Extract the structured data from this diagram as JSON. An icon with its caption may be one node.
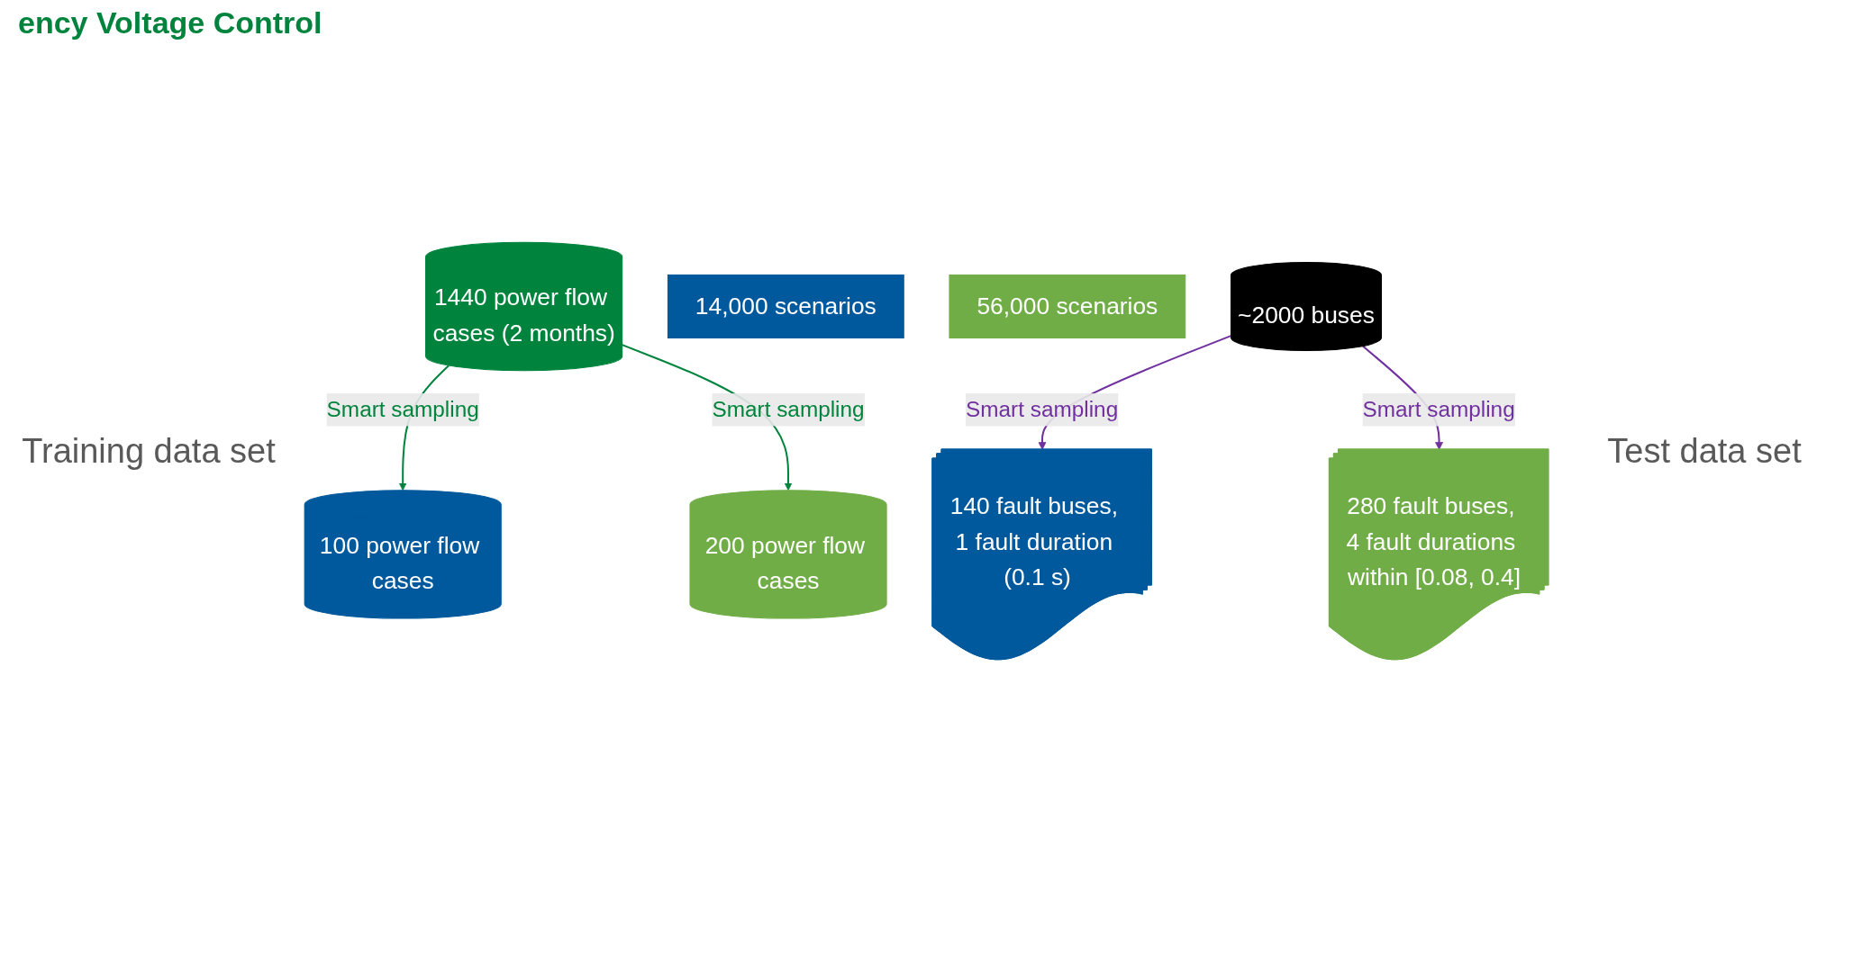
{
  "diagram": {
    "title": "ency Voltage Control",
    "nodes": [
      {
        "text": [
          "1440 power flow cases (2 months)"
        ]
      },
      {
        "text": [
          "100 power flow cases"
        ]
      },
      {
        "text": [
          "140 fault buses, 1 fault duration (0.1 s)"
        ]
      },
      {
        "text": [
          "14,000 scenarios"
        ]
      },
      {
        "text": [
          "200 power flow cases"
        ]
      },
      {
        "text": [
          "280 fault buses, 4 fault durations within [0.08, 0.4]"
        ]
      },
      {
        "text": [
          "56,000 scenarios"
        ]
      },
      {
        "text": [
          "~2000 buses"
        ]
      }
    ],
    "edges": [
      {
        "from": 0,
        "to": 1,
        "arrow": "to",
        "label": "Smart sampling",
        "color": "#00843d"
      },
      {
        "from": 0,
        "to": 4,
        "arrow": "to",
        "label": "Smart sampling",
        "color": "#00843d"
      },
      {
        "from": 7,
        "to": 2,
        "arrow": "to",
        "label": "Smart sampling",
        "color": "#7030a0"
      },
      {
        "from": 7,
        "to": 5,
        "arrow": "to",
        "label": "Smart sampling",
        "color": "#7030a0"
      }
    ],
    "labels": [
      "Training data set",
      "Test data set"
    ]
  }
}
